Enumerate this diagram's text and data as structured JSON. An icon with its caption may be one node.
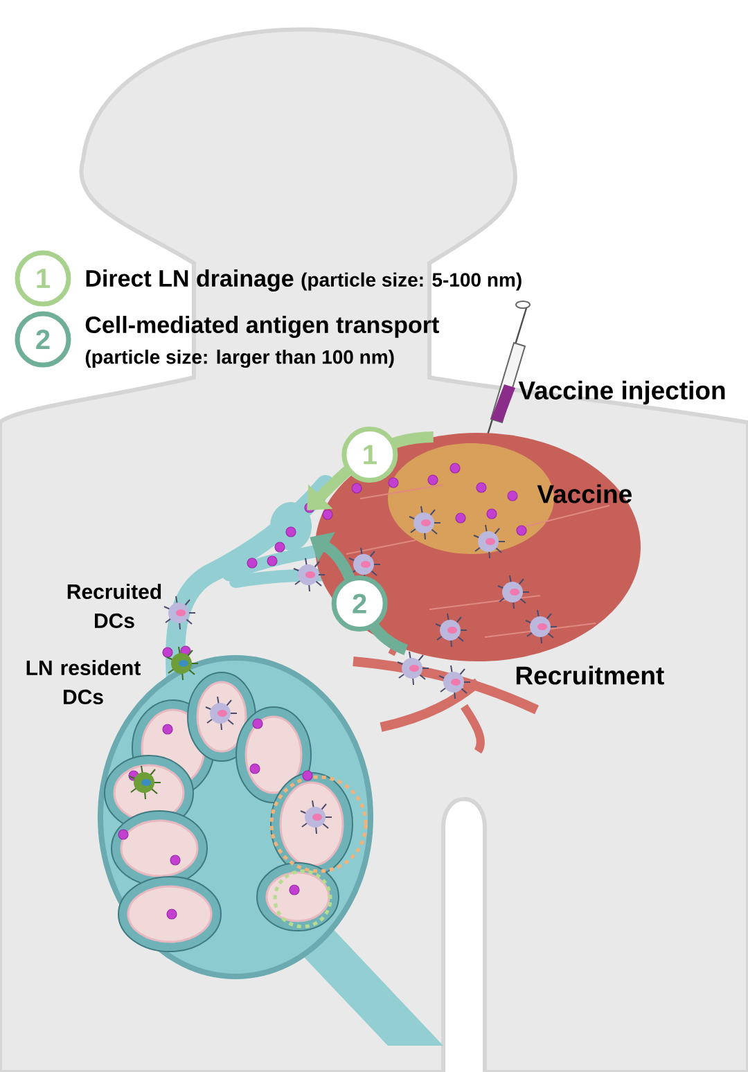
{
  "diagram": {
    "nodes": [
      {
        "text": [
          "1"
        ],
        "beside": [
          "Direct LN drainage",
          "(particle size: 5-100 nm)"
        ]
      },
      {
        "text": [
          "2"
        ],
        "beside": [
          "Cell-mediated antigen transport",
          "(particle size: larger than 100 nm)"
        ]
      },
      {
        "text": [],
        "shape": "picture"
      },
      {
        "text": [],
        "shape": "picture"
      }
    ],
    "edges": [
      {
        "from": 2,
        "to": 3,
        "arrow": "to",
        "label": "1",
        "color": "#a9d18e"
      },
      {
        "from": 2,
        "to": 3,
        "arrow": "to",
        "label": "2",
        "color": "#6fae97"
      }
    ],
    "labels": [
      "Vaccine injection",
      "Vaccine",
      "Recruited DCs",
      "LN resident DCs",
      "Recruitment"
    ]
  }
}
